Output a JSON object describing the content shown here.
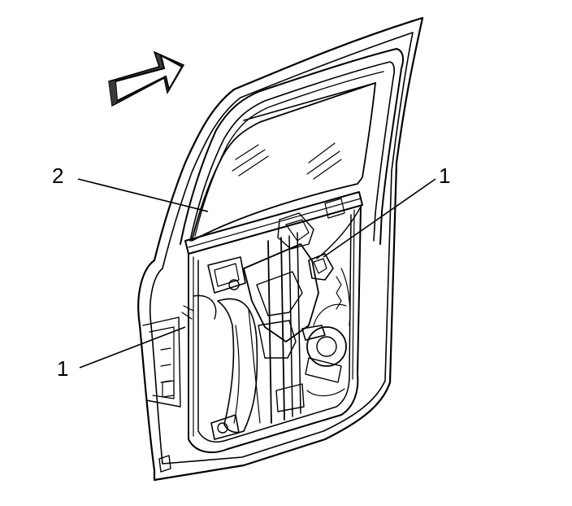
{
  "callouts": {
    "window_glass": "2",
    "regulator_bolt_right": "1",
    "regulator_bolt_left": "1"
  },
  "colors": {
    "line": "#000000",
    "background": "#ffffff",
    "arrow_shadow": "#3a3a3a"
  },
  "icons": [
    "front-direction-arrow-icon"
  ]
}
